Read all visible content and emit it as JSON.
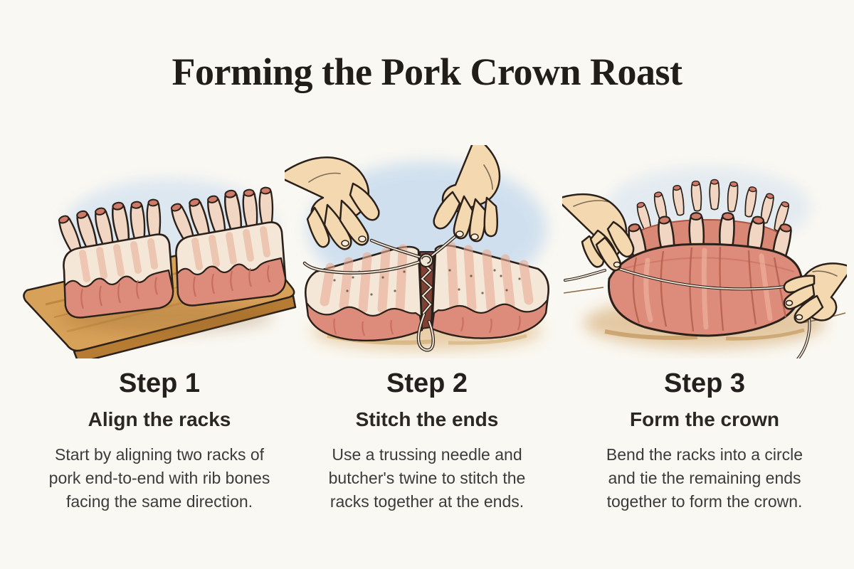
{
  "page": {
    "title": "Forming the Pork Crown Roast",
    "background_color": "#FAF8F2"
  },
  "steps": [
    {
      "label": "Step 1",
      "subtitle": "Align the racks",
      "description_lines": [
        "Start by aligning two racks of",
        "pork end-to-end with rib bones",
        "facing the same direction."
      ],
      "illustration": "Two pork rib racks with frenched bones sitting side by side on a wooden cutting board"
    },
    {
      "label": "Step 2",
      "subtitle": "Stitch the ends",
      "description_lines": [
        "Use a trussing needle and",
        "butcher's twine to stitch the",
        "racks together at the ends."
      ],
      "illustration": "Two hands pulling butcher's twine to stitch the ends of two pork racks together"
    },
    {
      "label": "Step 3",
      "subtitle": "Form the crown",
      "description_lines": [
        "Bend the racks into a circle",
        "and tie the remaining ends",
        "together to form the crown."
      ],
      "illustration": "Hands tying twine around pork racks bent into a circular crown roast"
    }
  ],
  "colors": {
    "background": "#FAF8F2",
    "title_text": "#211D18",
    "heading_text": "#23201D",
    "body_text": "#3D3B38",
    "outline": "#2B211A",
    "meat_pink": "#DD8B7A",
    "meat_shadow": "#C4685A",
    "meat_highlight": "#F2BCA6",
    "fat_cream": "#F5E7D8",
    "bone": "#F1D7C3",
    "bone_tip": "#CF7A68",
    "wood": "#D8A159",
    "wood_dark": "#B67C33",
    "skin": "#F4D9B0",
    "twine": "#EFE6D6",
    "sky_wash": "#C9DCEF",
    "ground_wash": "#CF9C55"
  }
}
